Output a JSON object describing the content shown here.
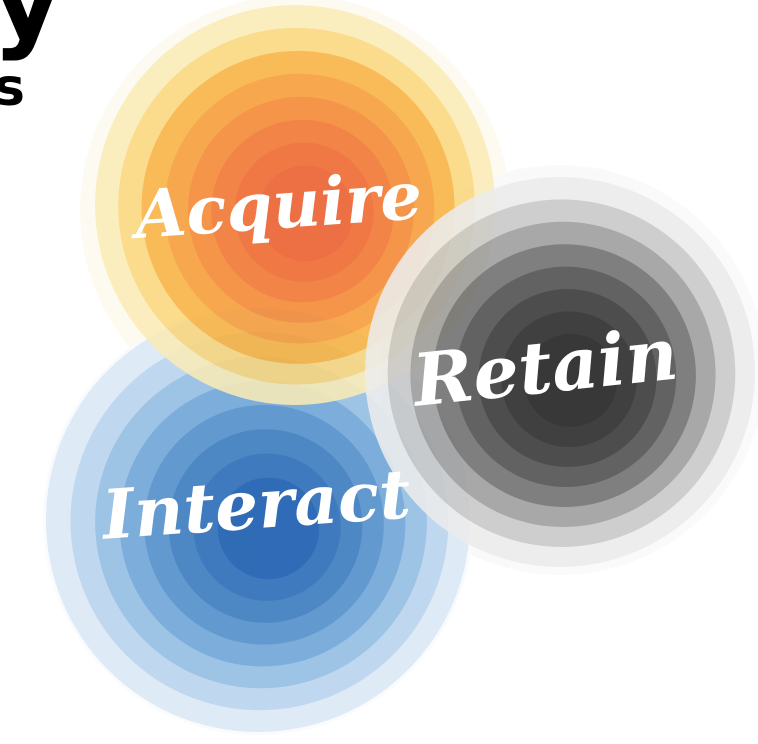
{
  "header": {
    "line1": "y",
    "line2": "s"
  },
  "circles": [
    {
      "id": "acquire",
      "label": "Acquire",
      "ring_colors": [
        "#fbecb6",
        "#fbd67c",
        "#f9b13e",
        "#f79a34",
        "#f4852f",
        "#f1712c",
        "#ee632a",
        "#eb5929"
      ]
    },
    {
      "id": "retain",
      "label": "Retain",
      "ring_colors": [
        "#ececec",
        "#c9c9c9",
        "#9d9d9d",
        "#6f6f6f",
        "#4e4e4e",
        "#363636",
        "#272727",
        "#1e1e1e"
      ]
    },
    {
      "id": "interact",
      "label": "Interact",
      "ring_colors": [
        "#dce9f6",
        "#bcd6ee",
        "#96bfe4",
        "#73a8d9",
        "#5691cc",
        "#3f7fc1",
        "#2f70b8",
        "#1f5fb0"
      ]
    }
  ]
}
